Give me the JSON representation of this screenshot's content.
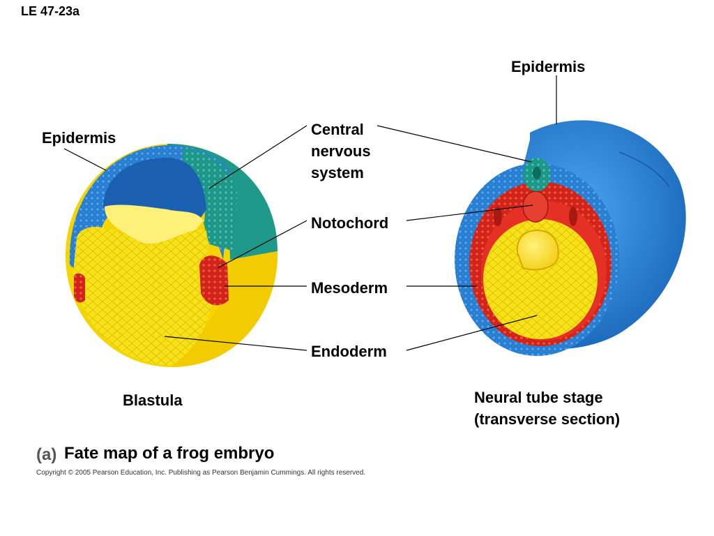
{
  "figure_id": "LE 47-23a",
  "labels": {
    "epidermis_right": "Epidermis",
    "epidermis_left": "Epidermis",
    "central_nervous_system": [
      "Central",
      "nervous",
      "system"
    ],
    "notochord": "Notochord",
    "mesoderm": "Mesoderm",
    "endoderm": "Endoderm"
  },
  "stages": {
    "blastula": "Blastula",
    "neural_tube": [
      "Neural tube stage",
      "(transverse section)"
    ]
  },
  "caption": {
    "letter": "(a)",
    "text": "Fate map of a frog embryo"
  },
  "copyright": "Copyright ©  2005 Pearson Education, Inc. Publishing as Pearson Benjamin Cummings. All rights reserved.",
  "colors": {
    "epidermis": "#2a7fd4",
    "epidermis_dark": "#1565b8",
    "neural": "#1f9a8a",
    "mesoderm": "#e53025",
    "endoderm": "#f5d800",
    "endoderm_light": "#fff07a",
    "blastocoel": "#1a5fb0"
  }
}
